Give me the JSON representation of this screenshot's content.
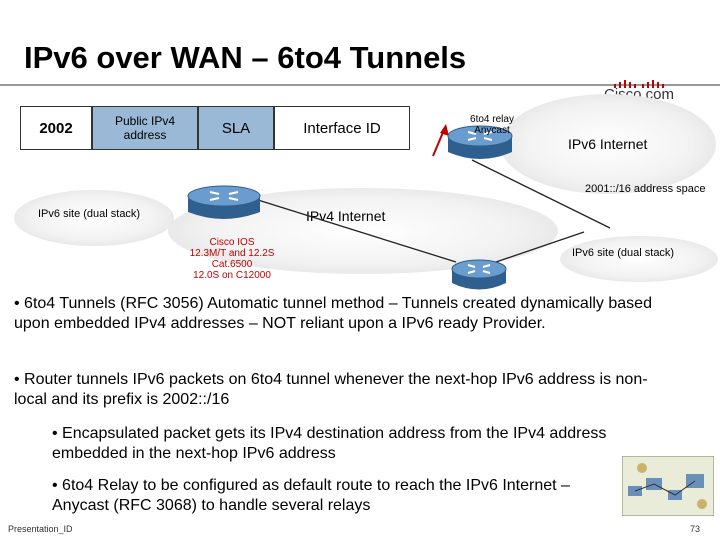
{
  "slide": {
    "title": "IPv6 over WAN – 6to4 Tunnels",
    "brand": "Cisco.com",
    "footer_left": "Presentation_ID",
    "page_number": "73"
  },
  "address_format": {
    "field_prefix": "2002",
    "field_ipv4": "Public IPv4\naddress",
    "field_sla": "SLA",
    "field_interface": "Interface ID"
  },
  "network": {
    "relay_label": "6to4 relay\nAnycast",
    "ipv6_internet_label": "IPv6 Internet",
    "address_space_label": "2001::/16 address space",
    "ipv4_internet_label": "IPv4 Internet",
    "site_left_label": "IPv6 site (dual stack)",
    "site_right_label": "IPv6 site (dual stack)",
    "ios_label": "Cisco IOS\n12.3M/T and 12.2S\nCat.6500\n12.0S on C12000"
  },
  "bullets": [
    {
      "text": "• 6to4 Tunnels (RFC 3056) Automatic tunnel method – Tunnels created dynamically based upon embedded IPv4 addresses – NOT reliant upon a IPv6 ready Provider."
    },
    {
      "text": "• Router tunnels IPv6 packets on 6to4 tunnel whenever the next-hop IPv6 address is non-local and its prefix is 2002::/16"
    },
    {
      "text": "• Encapsulated packet gets its IPv4 destination address from the IPv4 address embedded in the next-hop IPv6 address"
    },
    {
      "text": "• 6to4 Relay to be configured as default route to reach the IPv6 Internet – Anycast (RFC 3068) to handle several relays"
    }
  ],
  "colors": {
    "field_blue": "#9ab9d6",
    "router_blue": "#3d6fa3",
    "ios_text": "#c00000",
    "arrow_red": "#c00000"
  }
}
